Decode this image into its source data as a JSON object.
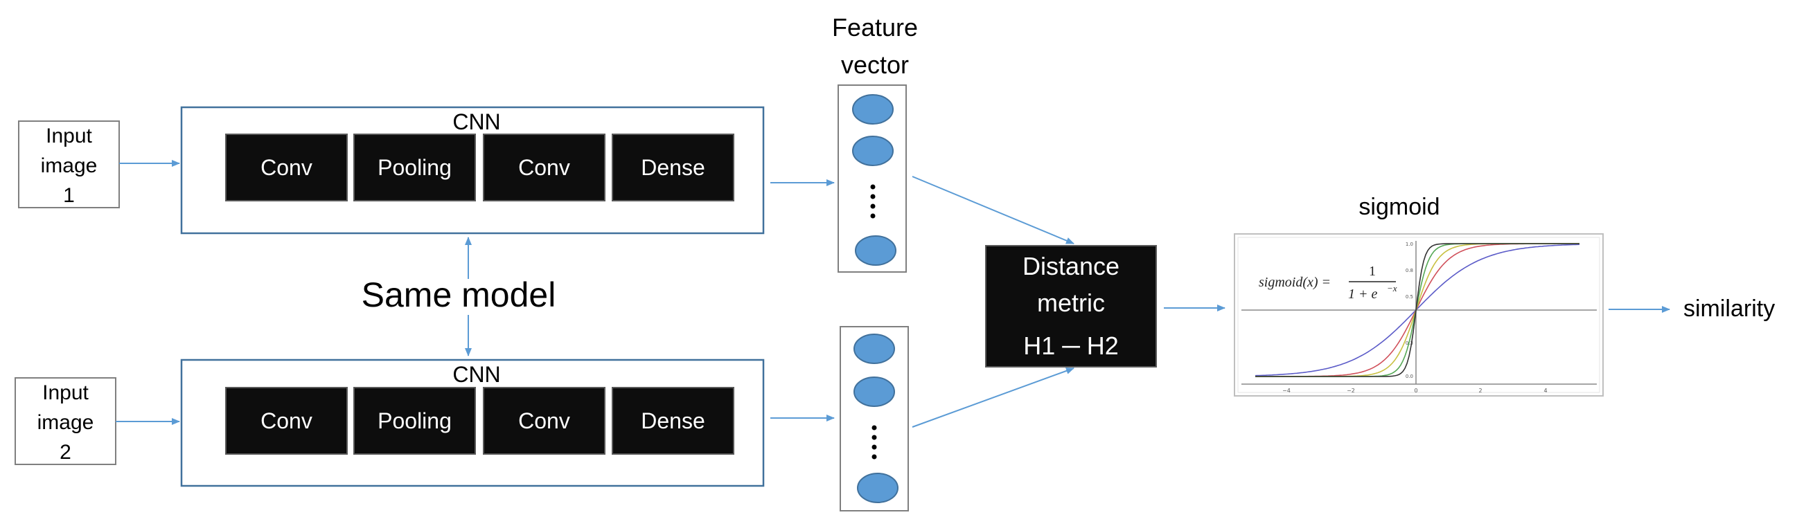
{
  "diagram": {
    "inputs": [
      {
        "lines": [
          "Input",
          "image",
          "1"
        ]
      },
      {
        "lines": [
          "Input",
          "image",
          "2"
        ]
      }
    ],
    "cnn": {
      "title": "CNN",
      "layers": [
        "Conv",
        "Pooling",
        "Conv",
        "Dense"
      ]
    },
    "shared_label": "Same model",
    "feature_vector": {
      "lines": [
        "Feature",
        "vector"
      ],
      "ellipsis": "⋮"
    },
    "distance": {
      "lines": [
        "Distance",
        "metric",
        "H1 ─ H2"
      ]
    },
    "sigmoid": {
      "title": "sigmoid",
      "formula": {
        "lhs": "sigmoid(x) =",
        "numerator": "1",
        "denominator": "1 + e",
        "exponent": "−x"
      },
      "x_ticks": [
        "−4",
        "−2",
        "0",
        "2",
        "4"
      ],
      "y_ticks": [
        "1.0",
        "0.8",
        "0.5",
        "0.3",
        "0.0"
      ],
      "curve_colors": [
        "#5b5bc8",
        "#d0505a",
        "#c8c040",
        "#55a855",
        "#333333"
      ]
    },
    "output": "similarity",
    "colors": {
      "arrow": "#5b9bd5",
      "box_border": "#41719c",
      "node_fill": "#5b9bd5",
      "node_stroke": "#41719c",
      "block_fill": "#0d0d0d"
    }
  }
}
